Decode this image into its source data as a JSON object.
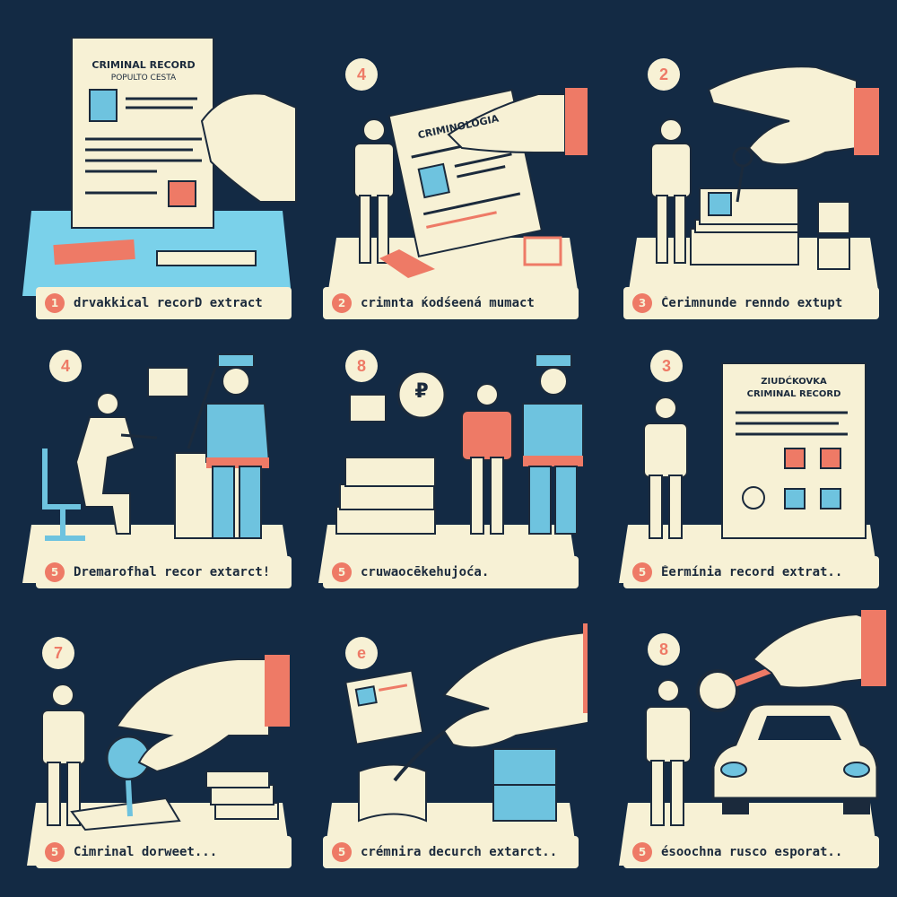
{
  "panels": [
    {
      "badge": "",
      "doc_title": "CRIMINAL RECORD",
      "doc_subtitle": "POPULTO CESTA",
      "caption_num": "1",
      "caption": "drvakkical recorD extract"
    },
    {
      "badge": "4",
      "doc_title": "CRIMINOLOGIA",
      "caption_num": "2",
      "caption": "crimnta ќodśeená mumact"
    },
    {
      "badge": "2",
      "caption_num": "3",
      "caption": "Čerimnunde renndo extupt"
    },
    {
      "badge": "4",
      "caption_num": "5",
      "caption": "Dremarofhal recor extarct!"
    },
    {
      "badge": "8",
      "coin_symbol": "₽",
      "caption_num": "5",
      "caption": "cruwaocēkehujoća."
    },
    {
      "badge": "3",
      "doc_title": "ZIUDĆKOVKA",
      "doc_title_2": "CRIMINAL RECORD",
      "caption_num": "5",
      "caption": "Ěermínia record extrat.."
    },
    {
      "badge": "7",
      "caption_num": "5",
      "caption": "Cimrinal dorweet..."
    },
    {
      "badge": "e",
      "caption_num": "5",
      "caption": "crémnira decurch extarct.."
    },
    {
      "badge": "8",
      "caption_num": "5",
      "caption": "ésoochna rusco esporat.."
    }
  ],
  "colors": {
    "background": "#132a44",
    "cream": "#f7f1d5",
    "coral": "#ee7a66",
    "blue": "#6ec3df",
    "navy": "#1b2a3c"
  }
}
